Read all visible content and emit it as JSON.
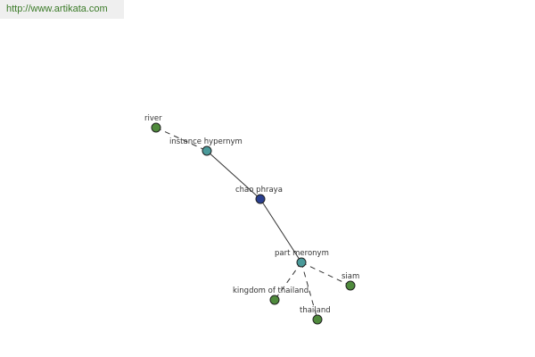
{
  "source": {
    "url": "http://www.artikata.com"
  },
  "graph": {
    "colors": {
      "hub": "#2a3f8f",
      "relation": "#4a9a9a",
      "term": "#4f8a3c",
      "edge": "#333333"
    },
    "nodes": [
      {
        "id": "river",
        "label": "river",
        "kind": "term"
      },
      {
        "id": "instance-hypernym",
        "label": "instance hypernym",
        "kind": "relation"
      },
      {
        "id": "chao-phraya",
        "label": "chao phraya",
        "kind": "hub"
      },
      {
        "id": "part-meronym",
        "label": "part meronym",
        "kind": "relation"
      },
      {
        "id": "siam",
        "label": "siam",
        "kind": "term"
      },
      {
        "id": "kingdom-of-thailand",
        "label": "kingdom of thailand",
        "kind": "term"
      },
      {
        "id": "thailand",
        "label": "thailand",
        "kind": "term"
      }
    ],
    "edges": [
      {
        "from": "river",
        "to": "instance-hypernym",
        "style": "dashed"
      },
      {
        "from": "instance-hypernym",
        "to": "chao-phraya",
        "style": "solid"
      },
      {
        "from": "chao-phraya",
        "to": "part-meronym",
        "style": "solid"
      },
      {
        "from": "part-meronym",
        "to": "siam",
        "style": "dashed"
      },
      {
        "from": "part-meronym",
        "to": "kingdom-of-thailand",
        "style": "dashed"
      },
      {
        "from": "part-meronym",
        "to": "thailand",
        "style": "dashed"
      }
    ]
  }
}
